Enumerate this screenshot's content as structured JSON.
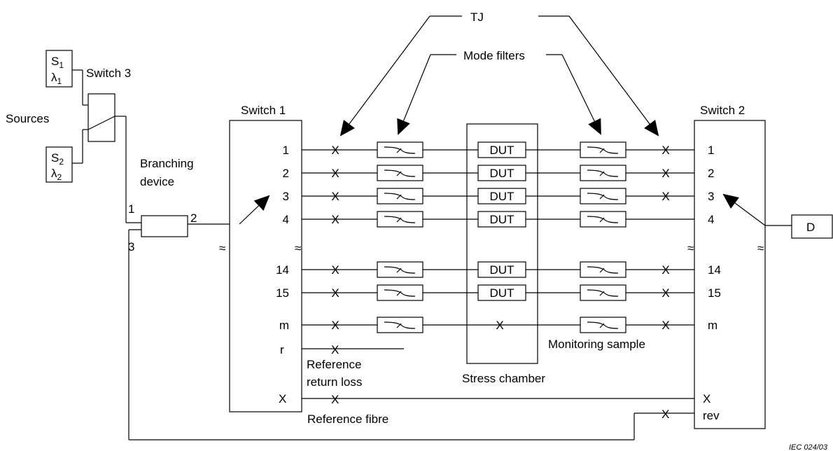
{
  "labels": {
    "tj": "TJ",
    "mode_filters": "Mode filters",
    "switch3": "Switch 3",
    "switch1": "Switch 1",
    "switch2": "Switch 2",
    "sources": "Sources",
    "branching_1": "Branching",
    "branching_2": "device",
    "stress_chamber": "Stress chamber",
    "monitoring_sample": "Monitoring sample",
    "reference_return_1": "Reference",
    "reference_return_2": "return loss",
    "reference_fibre": "Reference fibre",
    "detector": "D",
    "credit": "IEC   024/03"
  },
  "sources": [
    {
      "s": "S",
      "s_sub": "1",
      "lambda": "λ",
      "lambda_sub": "1"
    },
    {
      "s": "S",
      "s_sub": "2",
      "lambda": "λ",
      "lambda_sub": "2"
    }
  ],
  "branching_ports": [
    "1",
    "2",
    "3"
  ],
  "channels": [
    {
      "label": "1",
      "dut": "DUT",
      "left_tj": "X",
      "right_tj": "X"
    },
    {
      "label": "2",
      "dut": "DUT",
      "left_tj": "X",
      "right_tj": "X"
    },
    {
      "label": "3",
      "dut": "DUT",
      "left_tj": "X",
      "right_tj": "X"
    },
    {
      "label": "4",
      "dut": "DUT",
      "left_tj": "X",
      "right_tj": ""
    },
    {
      "label": "14",
      "dut": "DUT",
      "left_tj": "X",
      "right_tj": "X"
    },
    {
      "label": "15",
      "dut": "DUT",
      "left_tj": "X",
      "right_tj": "X"
    },
    {
      "label": "m",
      "dut": "X",
      "left_tj": "X",
      "right_tj": "X"
    }
  ],
  "switch1_extra": {
    "r": "r",
    "r_tj": "X",
    "x": "X",
    "x_tj": "X"
  },
  "switch2_extra": {
    "x": "X",
    "rev": "rev",
    "rev_tj": "X"
  },
  "break_mark": "≈"
}
